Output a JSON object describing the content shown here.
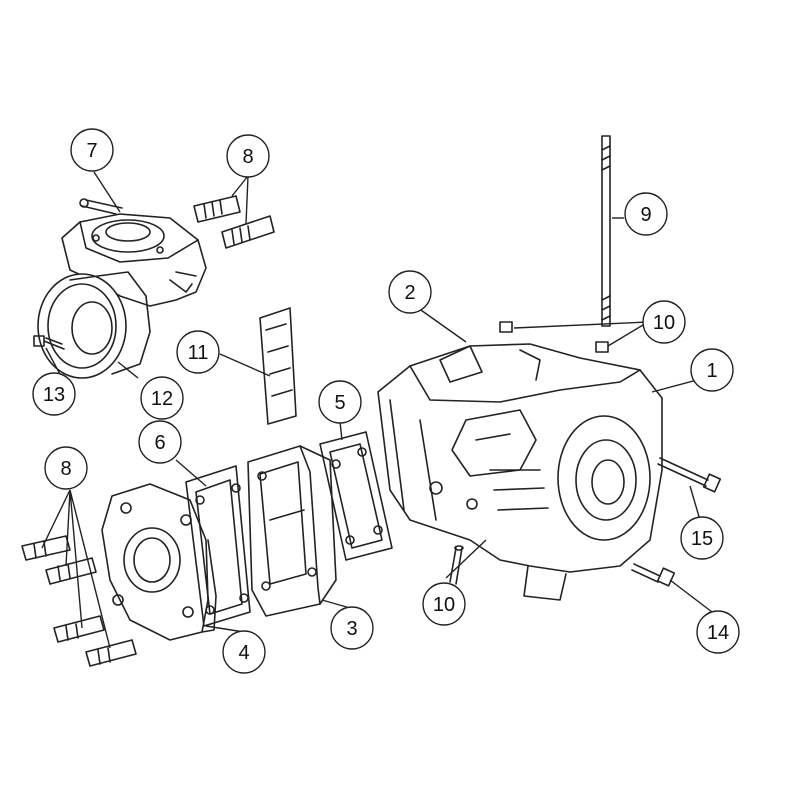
{
  "callouts": [
    {
      "id": "c1",
      "label": "1"
    },
    {
      "id": "c2",
      "label": "2"
    },
    {
      "id": "c3",
      "label": "3"
    },
    {
      "id": "c4",
      "label": "4"
    },
    {
      "id": "c5",
      "label": "5"
    },
    {
      "id": "c6",
      "label": "6"
    },
    {
      "id": "c7",
      "label": "7"
    },
    {
      "id": "c8a",
      "label": "8"
    },
    {
      "id": "c8b",
      "label": "8"
    },
    {
      "id": "c9",
      "label": "9"
    },
    {
      "id": "c10a",
      "label": "10"
    },
    {
      "id": "c10b",
      "label": "10"
    },
    {
      "id": "c11",
      "label": "11"
    },
    {
      "id": "c12",
      "label": "12"
    },
    {
      "id": "c13",
      "label": "13"
    },
    {
      "id": "c14",
      "label": "14"
    },
    {
      "id": "c15",
      "label": "15"
    }
  ]
}
